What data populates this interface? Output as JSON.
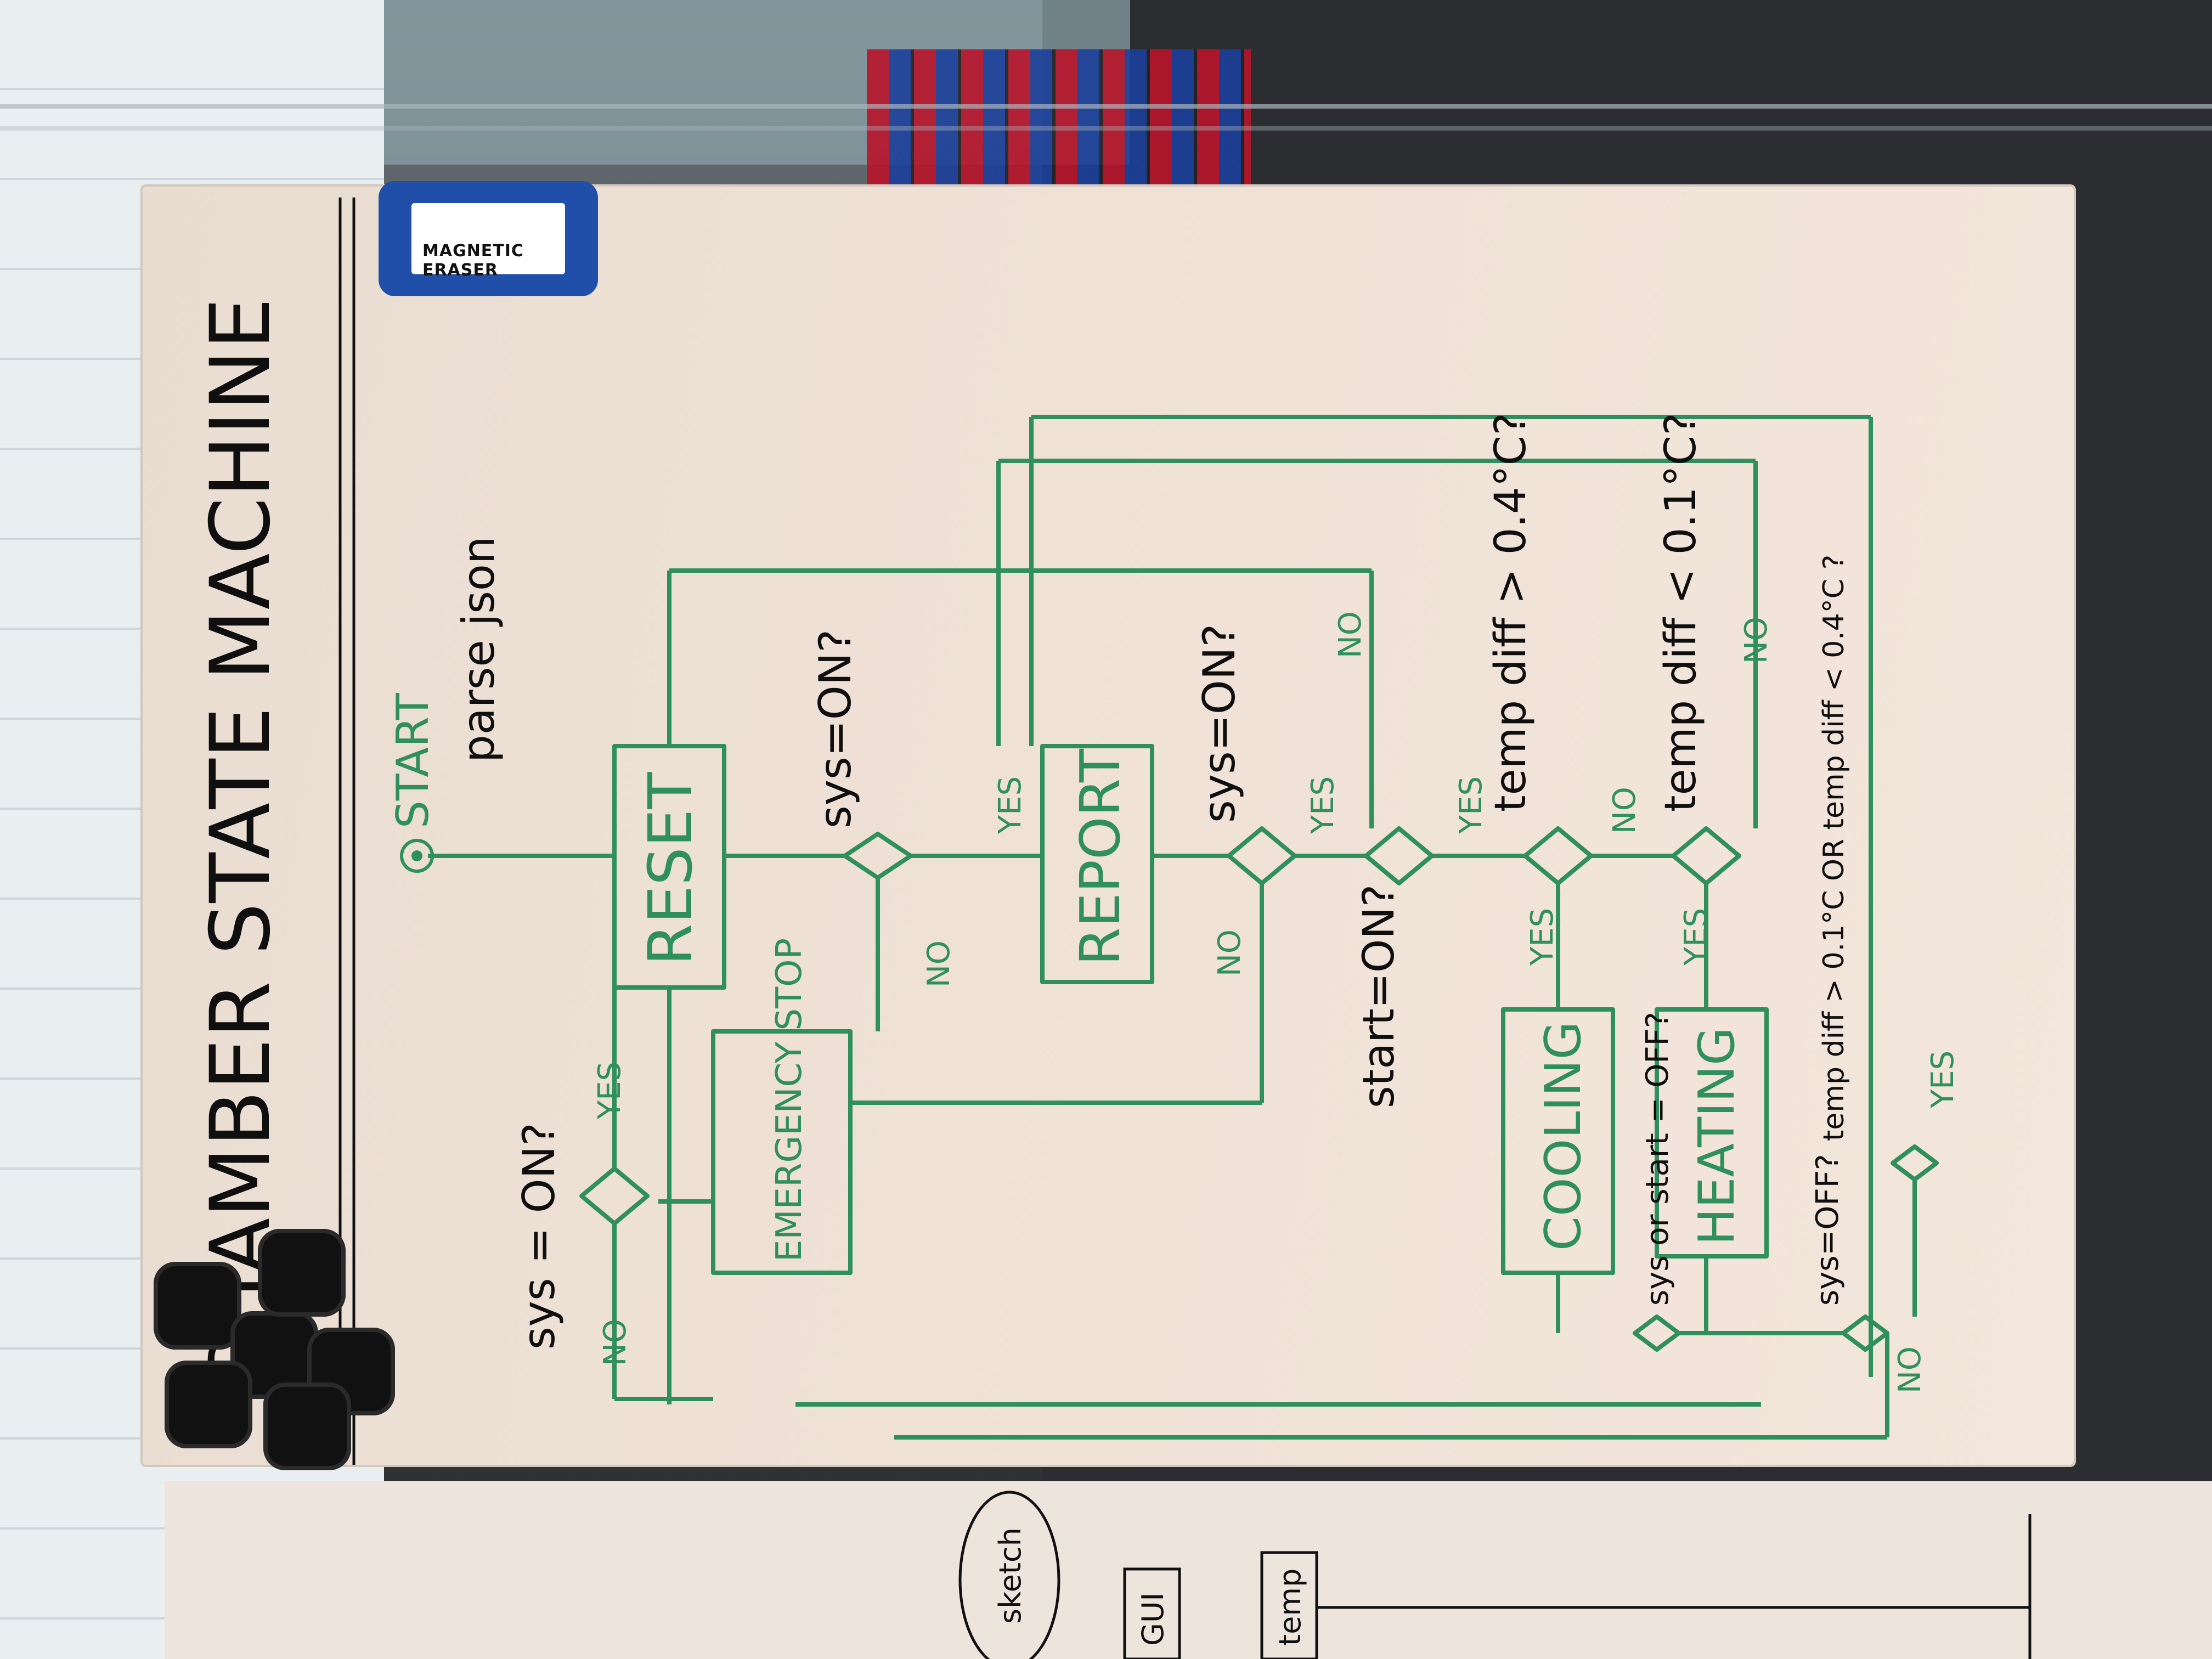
{
  "board_title": "CHAMBER STATE MACHINE",
  "start_label": "START",
  "annotation_parse": "parse json",
  "states": {
    "reset": "RESET",
    "report": "REPORT",
    "emergency": "EMERGENCY STOP",
    "cooling": "COOLING",
    "heating": "HEATING"
  },
  "decisions": {
    "sys_on_1": "sys = ON?",
    "sys_on_2": "sys=ON?",
    "sys_on_3": "sys=ON?",
    "start_on": "start=ON?",
    "temp_gt": "temp diff > 0.4°C?",
    "temp_lt": "temp diff < 0.1°C?",
    "sys_off": "sys or start = OFF?",
    "sys_off_2": "sys=OFF?",
    "range_check": "temp diff > 0.1°C OR temp diff < 0.4°C ?"
  },
  "branch_labels": {
    "yes": "YES",
    "no": "NO"
  },
  "eraser_text": "MAGNETIC ERASER",
  "lower_board": {
    "sketch": "sketch",
    "gui": "GUI",
    "temp": "temp"
  },
  "colors": {
    "marker_green": "#2f8f5d",
    "marker_black": "#111111",
    "board": "#efe1d6"
  }
}
